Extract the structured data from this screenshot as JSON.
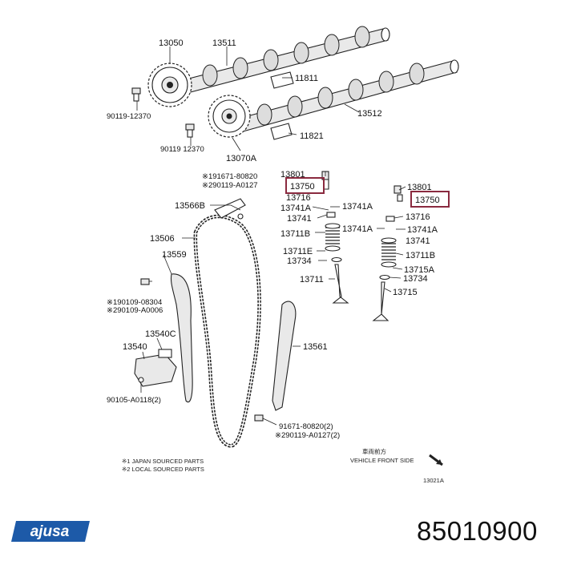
{
  "labels": {
    "l13050": "13050",
    "l13511": "13511",
    "l11811": "11811",
    "l90119a": "90119-12370",
    "l13512": "13512",
    "l90119b": "90119 12370",
    "l11821": "11821",
    "l13070A": "13070A",
    "l91671a": "※191671-80820",
    "l290119a": "※290119-A0127",
    "l13801a": "13801",
    "l13750a": "13750",
    "l13716a": "13716",
    "l13741Aa": "13741A",
    "l13741Ab": "13741A",
    "l13741a": "13741",
    "l13711Ba": "13711B",
    "l13741Ac": "13741A",
    "l13711Ea": "13711E",
    "l13734a": "13734",
    "l13711a": "13711",
    "l13801b": "13801",
    "l13750b": "13750",
    "l13716b": "13716",
    "l13741Ad": "13741A",
    "l13741b": "13741",
    "l13711Bb": "13711B",
    "l13715A": "13715A",
    "l13734b": "13734",
    "l13715": "13715",
    "l13566B": "13566B",
    "l13506": "13506",
    "l13559": "13559",
    "l90109a": "※190109-08304",
    "l290109a": "※290109-A0006",
    "l13540C": "13540C",
    "l13540": "13540",
    "l90105": "90105-A0118(2)",
    "l13561": "13561",
    "l91671b": "91671-80820(2)",
    "l290119b": "※290119-A0127(2)",
    "note1": "※1 JAPAN SOURCED PARTS",
    "note2": "※2 LOCAL SOURCED PARTS",
    "front1": "車両前方",
    "front2": "VEHICLE FRONT SIDE",
    "fig": "13021A"
  },
  "footer": {
    "brand": "ajusa",
    "part_number": "85010900"
  },
  "colors": {
    "highlight": "#8a2a3f",
    "brand_blue": "#1d5aa8"
  }
}
